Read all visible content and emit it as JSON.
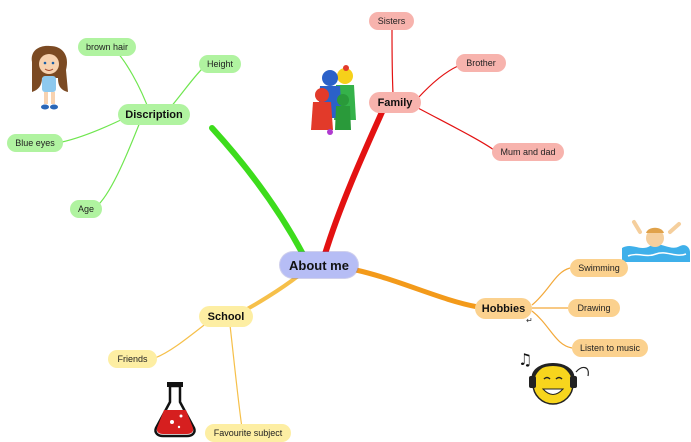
{
  "center": {
    "label": "About me",
    "color": "#b6bdf5"
  },
  "branches": {
    "description": {
      "label": "Discription",
      "color": "#b0f3a0",
      "line_color": "#3ddc1c",
      "children": [
        "brown hair",
        "Height",
        "Blue eyes",
        "Age"
      ]
    },
    "family": {
      "label": "Family",
      "color": "#f7b3ad",
      "line_color": "#e31212",
      "children": [
        "Sisters",
        "Brother",
        "Mum and dad"
      ]
    },
    "hobbies": {
      "label": "Hobbies",
      "color": "#fbd18e",
      "line_color": "#f39a1a",
      "children": [
        "Swimming",
        "Drawing",
        "Listen to music"
      ]
    },
    "school": {
      "label": "School",
      "color": "#fdeea3",
      "line_color": "#f6c04a",
      "children": [
        "Friends",
        "Favourite subject"
      ]
    }
  },
  "icons": [
    "girl-clipart-icon",
    "family-figures-icon",
    "swimmer-icon",
    "music-smiley-icon",
    "flask-icon"
  ],
  "marks": {
    "hobbies_note": "↵"
  }
}
